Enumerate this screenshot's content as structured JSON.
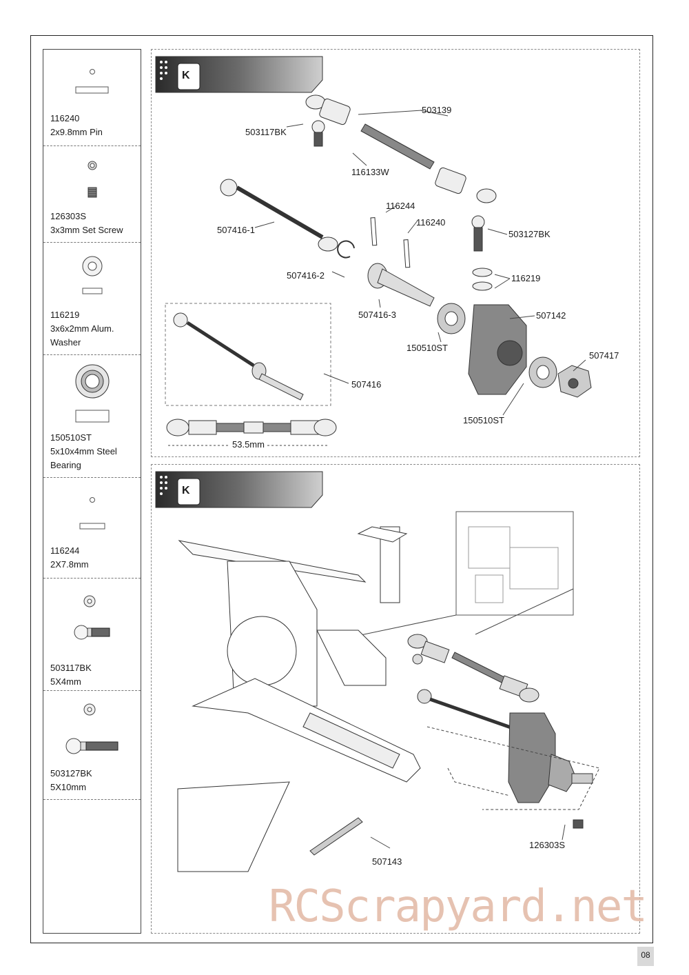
{
  "sidebar": {
    "parts": [
      {
        "number": "116240",
        "desc": "2x9.8mm Pin",
        "icon": "pin-icon"
      },
      {
        "number": "126303S",
        "desc": "3x3mm Set Screw",
        "icon": "set-screw-icon"
      },
      {
        "number": "116219",
        "desc": "3x6x2mm Alum.",
        "desc2": "Washer",
        "icon": "washer-icon"
      },
      {
        "number": "150510ST",
        "desc": "5x10x4mm Steel",
        "desc2": "Bearing",
        "icon": "bearing-icon"
      },
      {
        "number": "116244",
        "desc": "2X7.8mm",
        "icon": "pin-icon"
      },
      {
        "number": "503117BK",
        "desc": "5X4mm",
        "icon": "ball-stud-icon"
      },
      {
        "number": "503127BK",
        "desc": "5X10mm",
        "icon": "ball-stud-long-icon"
      }
    ]
  },
  "step_top": {
    "badge": "K",
    "labels": {
      "l503139": "503139",
      "l503117BK": "503117BK",
      "l116133W": "116133W",
      "l116244": "116244",
      "l116240": "116240",
      "l507416_1": "507416-1",
      "l503127BK": "503127BK",
      "l507416_2": "507416-2",
      "l116219": "116219",
      "l507416_3": "507416-3",
      "l507142": "507142",
      "l150510ST_a": "150510ST",
      "l507417": "507417",
      "l507416": "507416",
      "l150510ST_b": "150510ST",
      "dim": "53.5mm"
    }
  },
  "step_bottom": {
    "badge": "K",
    "labels": {
      "l126303S": "126303S",
      "l507143": "507143"
    }
  },
  "page_number": "08",
  "watermark": "RCScrapyard.net"
}
